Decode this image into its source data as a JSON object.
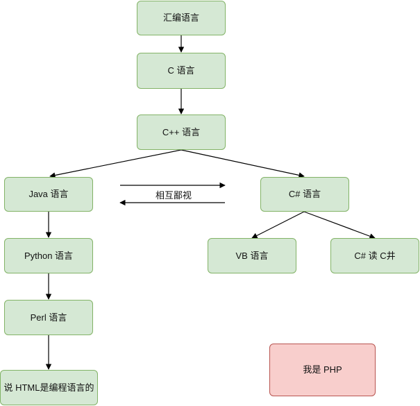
{
  "nodes": {
    "asm": "汇编语言",
    "c": "C 语言",
    "cpp": "C++ 语言",
    "java": "Java 语言",
    "csharp": "C# 语言",
    "python": "Python 语言",
    "vb": "VB 语言",
    "csharp_read": "C# 读 C井",
    "perl": "Perl 语言",
    "html": "说 HTML是编程语言的",
    "php": "我是 PHP"
  },
  "edges": {
    "mutual_label": "相互鄙视"
  },
  "colors": {
    "node_fill": "#d5e8d4",
    "node_stroke": "#82b366",
    "php_fill": "#f8cecc",
    "php_stroke": "#b85450",
    "arrow": "#000000"
  }
}
